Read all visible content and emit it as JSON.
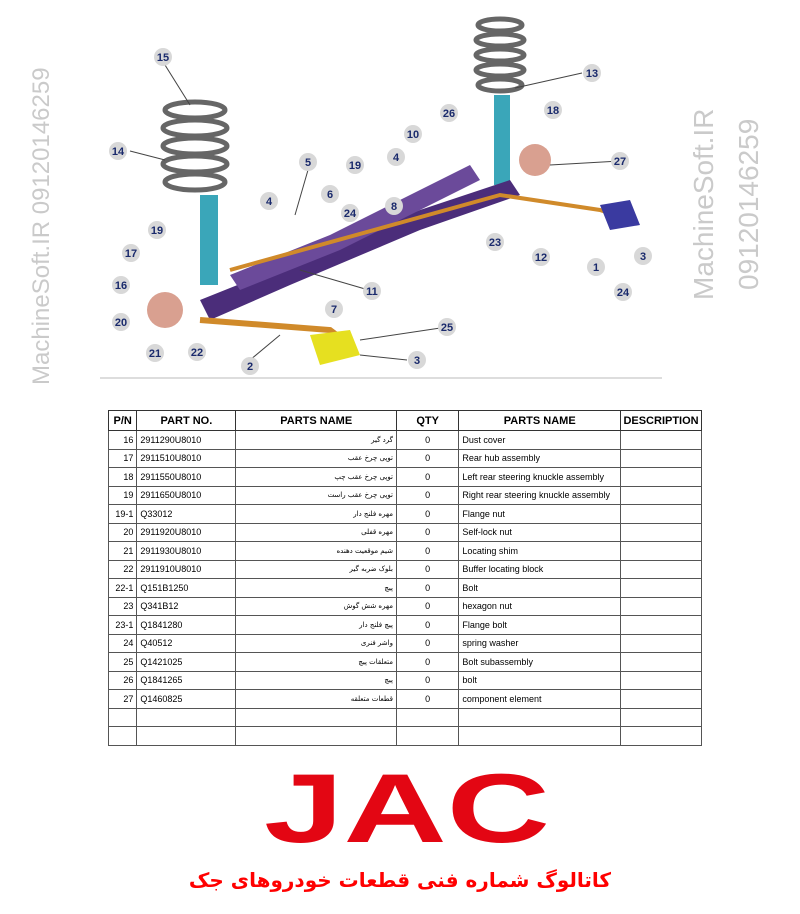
{
  "diagram": {
    "callouts": [
      "15",
      "13",
      "14",
      "5",
      "19",
      "4",
      "10",
      "26",
      "18",
      "27",
      "6",
      "4",
      "24",
      "8",
      "19",
      "17",
      "23",
      "12",
      "1",
      "3",
      "11",
      "24",
      "16",
      "7",
      "25",
      "20",
      "21",
      "22",
      "2",
      "3"
    ]
  },
  "table": {
    "headers": [
      "P/N",
      "PART NO.",
      "PARTS NAME",
      "QTY",
      "PARTS NAME",
      "DESCRIPTION"
    ],
    "rows": [
      {
        "pn": "16",
        "part_no": "2911290U8010",
        "name_fa": "گرد گیر",
        "qty": "0",
        "name_en": "Dust cover",
        "desc": ""
      },
      {
        "pn": "17",
        "part_no": "2911510U8010",
        "name_fa": "توپی چرخ عقب",
        "qty": "0",
        "name_en": "Rear hub assembly",
        "desc": ""
      },
      {
        "pn": "18",
        "part_no": "2911550U8010",
        "name_fa": "توپی چرخ عقب چپ",
        "qty": "0",
        "name_en": "Left rear steering knuckle assembly",
        "desc": ""
      },
      {
        "pn": "19",
        "part_no": "2911650U8010",
        "name_fa": "توپی چرخ عقب راست",
        "qty": "0",
        "name_en": "Right rear steering knuckle assembly",
        "desc": ""
      },
      {
        "pn": "19-1",
        "part_no": "Q33012",
        "name_fa": "مهره فلنج دار",
        "qty": "0",
        "name_en": "Flange nut",
        "desc": ""
      },
      {
        "pn": "20",
        "part_no": "2911920U8010",
        "name_fa": "مهره قفلی",
        "qty": "0",
        "name_en": "Self-lock nut",
        "desc": ""
      },
      {
        "pn": "21",
        "part_no": "2911930U8010",
        "name_fa": "شیم موقعیت دهنده",
        "qty": "0",
        "name_en": "Locating shim",
        "desc": ""
      },
      {
        "pn": "22",
        "part_no": "2911910U8010",
        "name_fa": "بلوک ضربه گیر",
        "qty": "0",
        "name_en": "Buffer locating block",
        "desc": ""
      },
      {
        "pn": "22-1",
        "part_no": "Q151B1250",
        "name_fa": "پیچ",
        "qty": "0",
        "name_en": "Bolt",
        "desc": ""
      },
      {
        "pn": "23",
        "part_no": "Q341B12",
        "name_fa": "مهره شش گوش",
        "qty": "0",
        "name_en": "hexagon nut",
        "desc": ""
      },
      {
        "pn": "23-1",
        "part_no": "Q1841280",
        "name_fa": "پیچ فلنج دار",
        "qty": "0",
        "name_en": "Flange bolt",
        "desc": ""
      },
      {
        "pn": "24",
        "part_no": "Q40512",
        "name_fa": "واشر فنری",
        "qty": "0",
        "name_en": "spring washer",
        "desc": ""
      },
      {
        "pn": "25",
        "part_no": "Q1421025",
        "name_fa": "متعلقات پیچ",
        "qty": "0",
        "name_en": "Bolt subassembly",
        "desc": ""
      },
      {
        "pn": "26",
        "part_no": "Q1841265",
        "name_fa": "پیچ",
        "qty": "0",
        "name_en": "bolt",
        "desc": ""
      },
      {
        "pn": "27",
        "part_no": "Q1460825",
        "name_fa": "قطعات متعلقه",
        "qty": "0",
        "name_en": "component element",
        "desc": ""
      },
      {
        "pn": "",
        "part_no": "",
        "name_fa": "",
        "qty": "",
        "name_en": "",
        "desc": ""
      },
      {
        "pn": "",
        "part_no": "",
        "name_fa": "",
        "qty": "",
        "name_en": "",
        "desc": ""
      }
    ]
  },
  "watermark": {
    "line1": "MachineSoft.IR",
    "line2": "09120146259"
  },
  "brand": {
    "logo_text": "JAC",
    "color": "#e30613",
    "footer_title": "کاتالوگ شماره فنی قطعات خودروهای جک"
  }
}
